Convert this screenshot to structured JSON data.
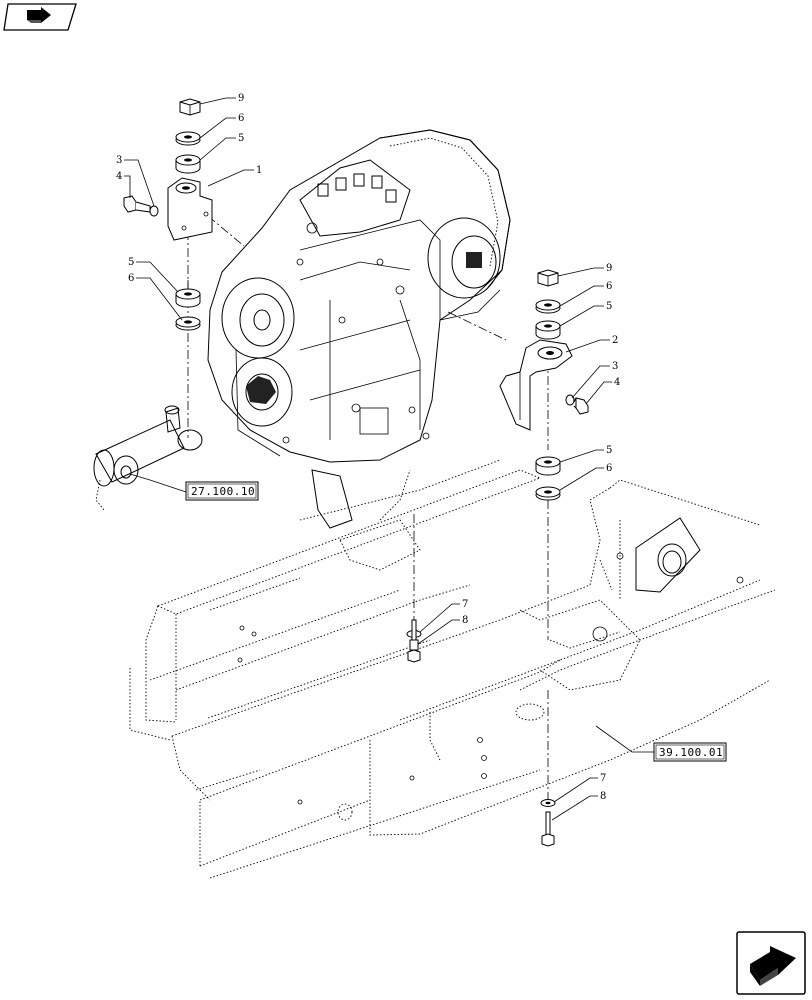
{
  "callouts": {
    "c1": "1",
    "c2": "2",
    "c3a": "3",
    "c3b": "3",
    "c4a": "4",
    "c4b": "4",
    "c5a": "5",
    "c5b": "5",
    "c5c": "5",
    "c5d": "5",
    "c6a": "6",
    "c6b": "6",
    "c6c": "6",
    "c6d": "6",
    "c7a": "7",
    "c7b": "7",
    "c8a": "8",
    "c8b": "8",
    "c9a": "9",
    "c9b": "9"
  },
  "references": {
    "ref_driveshaft": "27.100.10",
    "ref_frame": "39.100.01"
  },
  "icons": {
    "top_left": "section-arrow-icon",
    "bottom_right": "next-page-arrow-icon"
  }
}
